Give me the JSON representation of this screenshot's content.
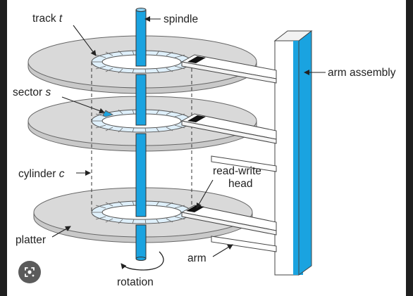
{
  "diagram": {
    "labels": {
      "track": "track",
      "track_var": "t",
      "spindle": "spindle",
      "arm_assembly": "arm assembly",
      "sector": "sector",
      "sector_var": "s",
      "cylinder": "cylinder",
      "cylinder_var": "c",
      "read_write_line1": "read-write",
      "read_write_line2": "head",
      "platter": "platter",
      "arm": "arm",
      "rotation": "rotation"
    },
    "colors": {
      "blue": "#1aa3e0",
      "ring_fill": "#dff0fb",
      "platter_fill": "#d7d7d7",
      "outline": "#555555",
      "highlighted_sector": "#1aa3e0"
    }
  },
  "overlay": {
    "icon": "lens-search-icon"
  }
}
